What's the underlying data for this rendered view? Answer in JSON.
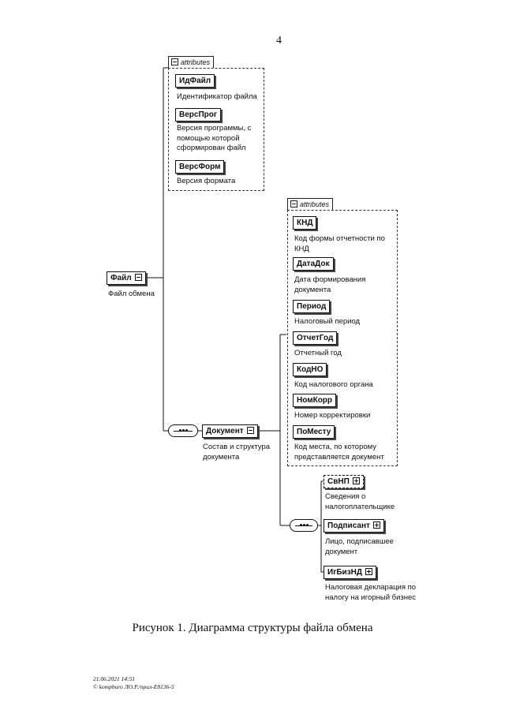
{
  "page_number": "4",
  "root": {
    "label": "Файл",
    "desc": "Файл обмена"
  },
  "attributes_label": "attributes",
  "file_attributes": [
    {
      "label": "ИдФайл",
      "desc": "Идентификатор файла"
    },
    {
      "label": "ВерсПрог",
      "desc": "Версия программы, с помощью которой сформирован файл"
    },
    {
      "label": "ВерсФорм",
      "desc": "Версия формата"
    }
  ],
  "document": {
    "label": "Документ",
    "desc": "Состав и структура документа"
  },
  "document_attributes": [
    {
      "label": "КНД",
      "desc": "Код формы отчетности по КНД"
    },
    {
      "label": "ДатаДок",
      "desc": "Дата формирования документа"
    },
    {
      "label": "Период",
      "desc": "Налоговый период"
    },
    {
      "label": "ОтчетГод",
      "desc": "Отчетный год"
    },
    {
      "label": "КодНО",
      "desc": "Код налогового органа"
    },
    {
      "label": "НомКорр",
      "desc": "Номер корректировки"
    },
    {
      "label": "ПоМесту",
      "desc": "Код места, по которому представляется документ"
    }
  ],
  "document_children": [
    {
      "label": "СвНП",
      "desc": "Сведения о налогоплательщике"
    },
    {
      "label": "Подписант",
      "desc": "Лицо, подписавшее документ"
    },
    {
      "label": "ИгБизНД",
      "desc": "Налоговая декларация по налогу на игорный бизнес"
    }
  ],
  "caption": "Рисунок 1. Диаграмма структуры файла обмена",
  "footer": {
    "timestamp": "21.06.2021 14:51",
    "source": "© kompburo ЛО.Р./прил-Е8136-5"
  }
}
